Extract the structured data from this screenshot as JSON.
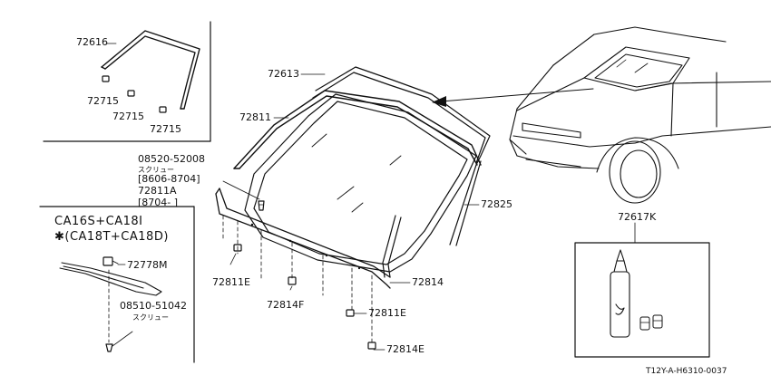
{
  "labels": {
    "p72616": "72616",
    "p72715a": "72715",
    "p72715b": "72715",
    "p72715c": "72715",
    "p72613": "72613",
    "p72811": "72811",
    "screw1_part": "08520-52008",
    "screw1_kana": "スクリュー",
    "date_range1": "[8606-8704]",
    "p72811a": "72811A",
    "date_range2": "[8704-      ]",
    "p72825": "72825",
    "p72617k": "72617K",
    "engine1": "CA16S+CA18I",
    "engine2": "✱(CA18T+CA18D)",
    "p72778m": "72778M",
    "screw2_part": "08510-51042",
    "screw2_kana": "スクリュー",
    "p72811e_a": "72811E",
    "p72814f": "72814F",
    "p72811e_b": "72811E",
    "p72814": "72814",
    "p72814e": "72814E",
    "diagram_code": "T12Y-A-H6310-0037"
  }
}
